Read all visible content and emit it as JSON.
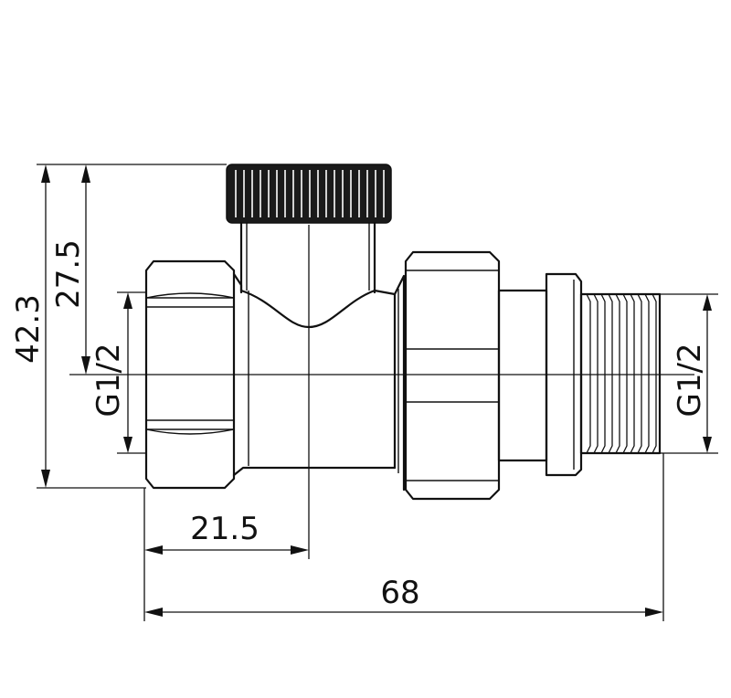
{
  "dimensions": {
    "height_total": "42.3",
    "height_axis": "27.5",
    "thread_left": "G1/2",
    "thread_right": "G1/2",
    "axis_offset": "21.5",
    "length_total": "68"
  },
  "colors": {
    "line": "#111111",
    "cap_fill": "#1a1a1a",
    "background": "#ffffff"
  }
}
